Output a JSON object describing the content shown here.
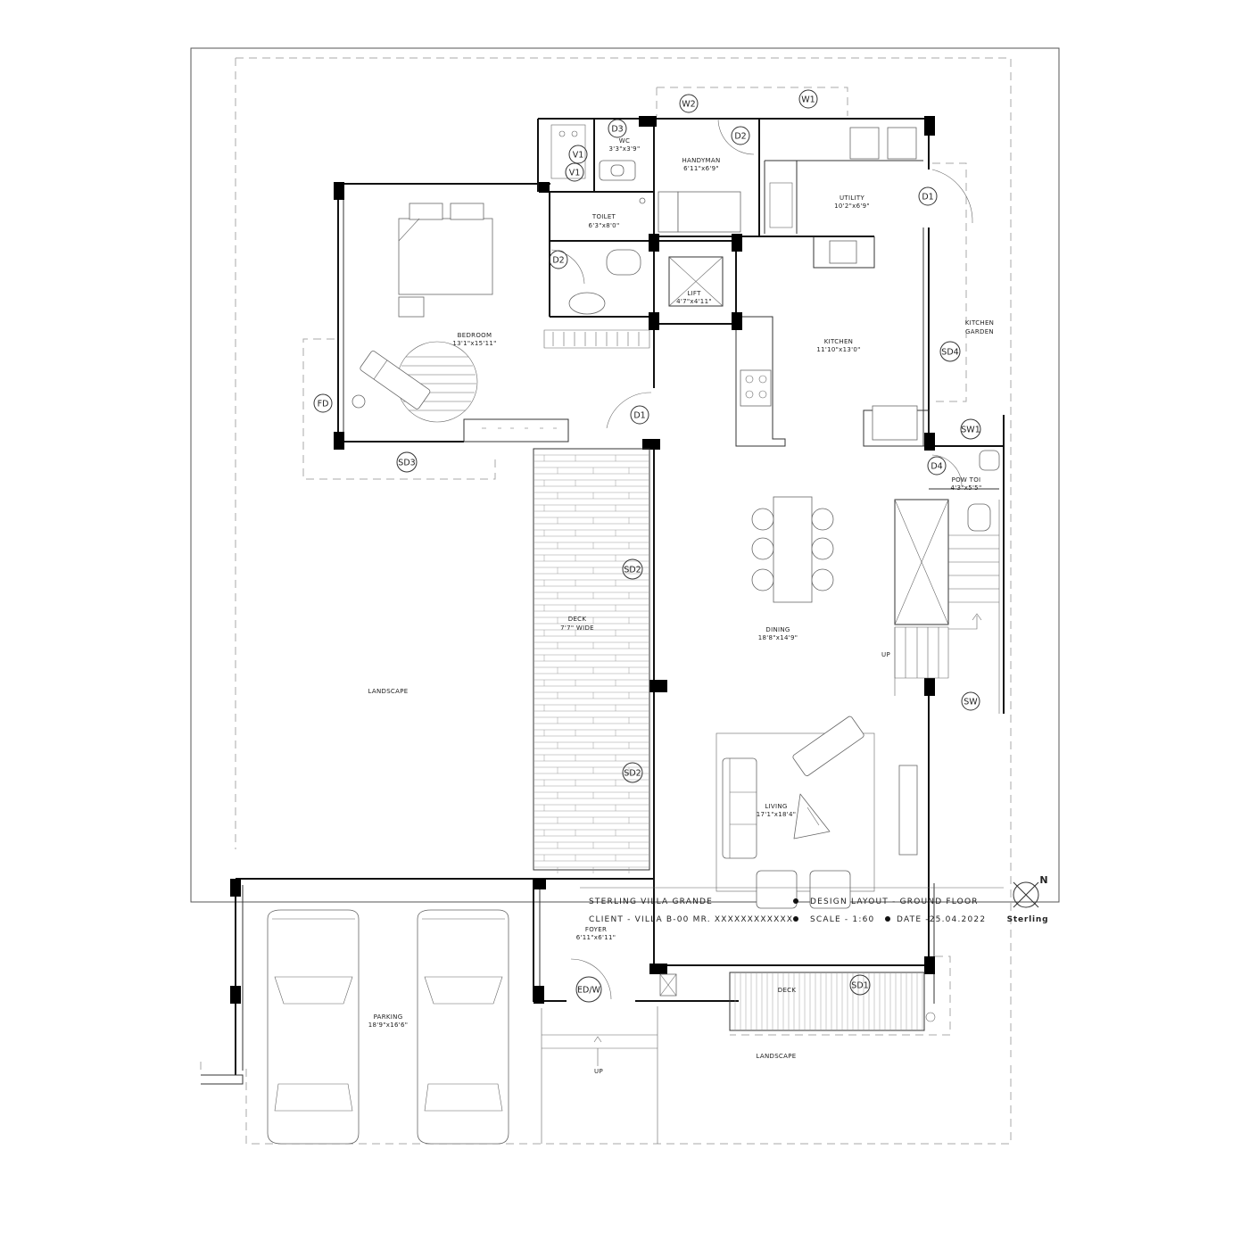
{
  "project": {
    "name": "STERLING VILLA GRANDE",
    "client": "CLIENT - VILLA B-00 MR. XXXXXXXXXXXX",
    "layout": "DESIGN LAYOUT - GROUND FLOOR",
    "scale": "SCALE - 1:60",
    "date": "DATE -25.04.2022",
    "brand": "Sterling",
    "north": "N"
  },
  "rooms": {
    "bedroom": {
      "name": "BEDROOM",
      "size": "13'1\"x15'11\""
    },
    "toilet": {
      "name": "TOILET",
      "size": "6'3\"x8'0\""
    },
    "wc": {
      "name": "WC",
      "size": "3'3\"x3'9\""
    },
    "handyman": {
      "name": "HANDYMAN",
      "size": "6'11\"x6'9\""
    },
    "utility": {
      "name": "UTILITY",
      "size": "10'2\"x6'9\""
    },
    "lift": {
      "name": "LIFT",
      "size": "4'7\"x4'11\""
    },
    "kitchen": {
      "name": "KITCHEN",
      "size": "11'10\"x13'0\""
    },
    "kitchen_garden": {
      "name_line1": "KITCHEN",
      "name_line2": "GARDEN"
    },
    "pow_toi": {
      "name": "POW TOI",
      "size": "4'3\"x5'5\""
    },
    "dining": {
      "name": "DINING",
      "size": "18'8\"x14'9\""
    },
    "deck_side": {
      "name": "DECK",
      "size": "7'7\" WIDE"
    },
    "living": {
      "name": "LIVING",
      "size": "17'1\"x18'4\""
    },
    "foyer": {
      "name": "FOYER",
      "size": "6'11\"x6'11\""
    },
    "parking": {
      "name": "PARKING",
      "size": "18'9\"x16'6\""
    },
    "deck_front": {
      "name": "DECK"
    },
    "landscape_left": {
      "name": "LANDSCAPE"
    },
    "landscape_bottom": {
      "name": "LANDSCAPE"
    }
  },
  "tags": {
    "w2": "W2",
    "w1": "W1",
    "d3": "D3",
    "v1a": "V1",
    "v1b": "V1",
    "d2_handyman": "D2",
    "d1_utility": "D1",
    "d2_toilet": "D2",
    "fd": "FD",
    "d1_bedroom": "D1",
    "sd3": "SD3",
    "sd4": "SD4",
    "sw1": "SW1",
    "d4": "D4",
    "sd2_upper": "SD2",
    "sd2_lower": "SD2",
    "sw": "SW",
    "edw": "ED/W",
    "sd1": "SD1"
  },
  "notes": {
    "up_stair": "UP",
    "up_entry": "UP"
  }
}
